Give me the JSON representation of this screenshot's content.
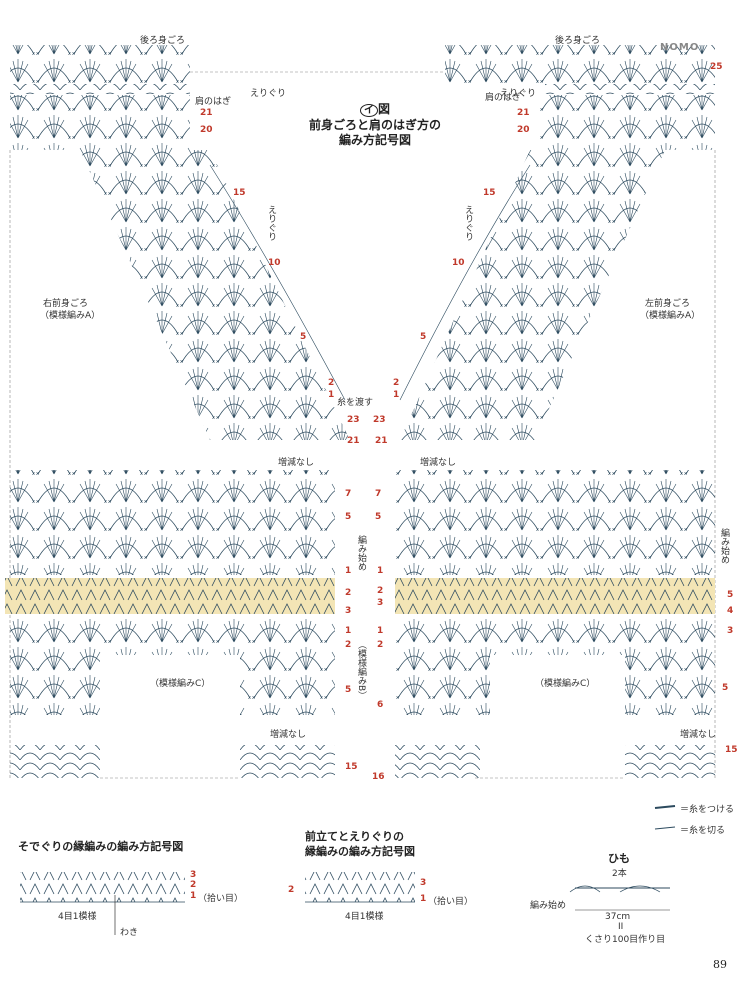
{
  "logo": {
    "text": "NOMO"
  },
  "page_number": "89",
  "main_title": {
    "badge": "イ",
    "line1": "図",
    "line2": "前身ごろと肩のはぎ方の",
    "line3": "編み方記号図"
  },
  "labels": {
    "back_left": "後ろ身ごろ",
    "back_right": "後ろ身ごろ",
    "shoulder_left": "肩のはぎ",
    "shoulder_right": "肩のはぎ",
    "eri_top_left": "えりぐり",
    "eri_top_right": "えりぐり",
    "eri_mid_left": "えりぐり",
    "eri_mid_right": "えりぐり",
    "right_front": "右前身ごろ",
    "right_front_pattern": "（模様編みA）",
    "left_front": "左前身ごろ",
    "left_front_pattern": "（模様編みA）",
    "yarn_cross": "糸を渡す",
    "no_change_1l": "増減なし",
    "no_change_1r": "増減なし",
    "amihajime_center": "編み始め",
    "amihajime_right": "編み始め",
    "pattern_b": "（模様編みB）",
    "pattern_c_left": "（模様編みC）",
    "pattern_c_right": "（模様編みC）",
    "no_change_2l": "増減なし",
    "no_change_2r": "増減なし"
  },
  "row_numbers": {
    "back_right": "25",
    "l_21a": "21",
    "l_20": "20",
    "l_15": "15",
    "l_10": "10",
    "l_5": "5",
    "l_2": "2",
    "l_1": "1",
    "l_23": "23",
    "l_21b": "21",
    "r_21a": "21",
    "r_20": "20",
    "r_15": "15",
    "r_10": "10",
    "r_5": "5",
    "r_2": "2",
    "r_1": "1",
    "r_23": "23",
    "r_21b": "21",
    "cl_7": "7",
    "cl_5": "5",
    "cl_1": "1",
    "cl_2": "2",
    "cl_3": "3",
    "cl_1b": "1",
    "cl_2b": "2",
    "cl_5b": "5",
    "cl_15": "15",
    "cr_7": "7",
    "cr_5": "5",
    "cr_1": "1",
    "cr_2": "2",
    "cr_3": "3",
    "cr_1b": "1",
    "cr_2b": "2",
    "cr_6": "6",
    "cr_16": "16",
    "fr_5": "5",
    "fr_4": "4",
    "fr_3": "3",
    "fr_5b": "5",
    "fr_15": "15"
  },
  "legend": {
    "attach": "＝糸をつける",
    "cut": "＝糸を切る"
  },
  "sleeve": {
    "title": "そでぐりの縁編みの編み方記号図",
    "rows": [
      "3",
      "2",
      "1"
    ],
    "pickup": "（拾い目）",
    "repeat": "4目1模様",
    "side": "わき"
  },
  "front_band": {
    "title1": "前立てとえりぐりの",
    "title2": "縁編みの編み方記号図",
    "rows": [
      "3",
      "2",
      "1"
    ],
    "left_row": "2",
    "pickup": "（拾い目）",
    "repeat": "4目1模様"
  },
  "himo": {
    "title": "ひも",
    "count": "2本",
    "start": "編み始め",
    "length": "37cm",
    "eq": "II",
    "chain": "くさり100目作り目"
  }
}
